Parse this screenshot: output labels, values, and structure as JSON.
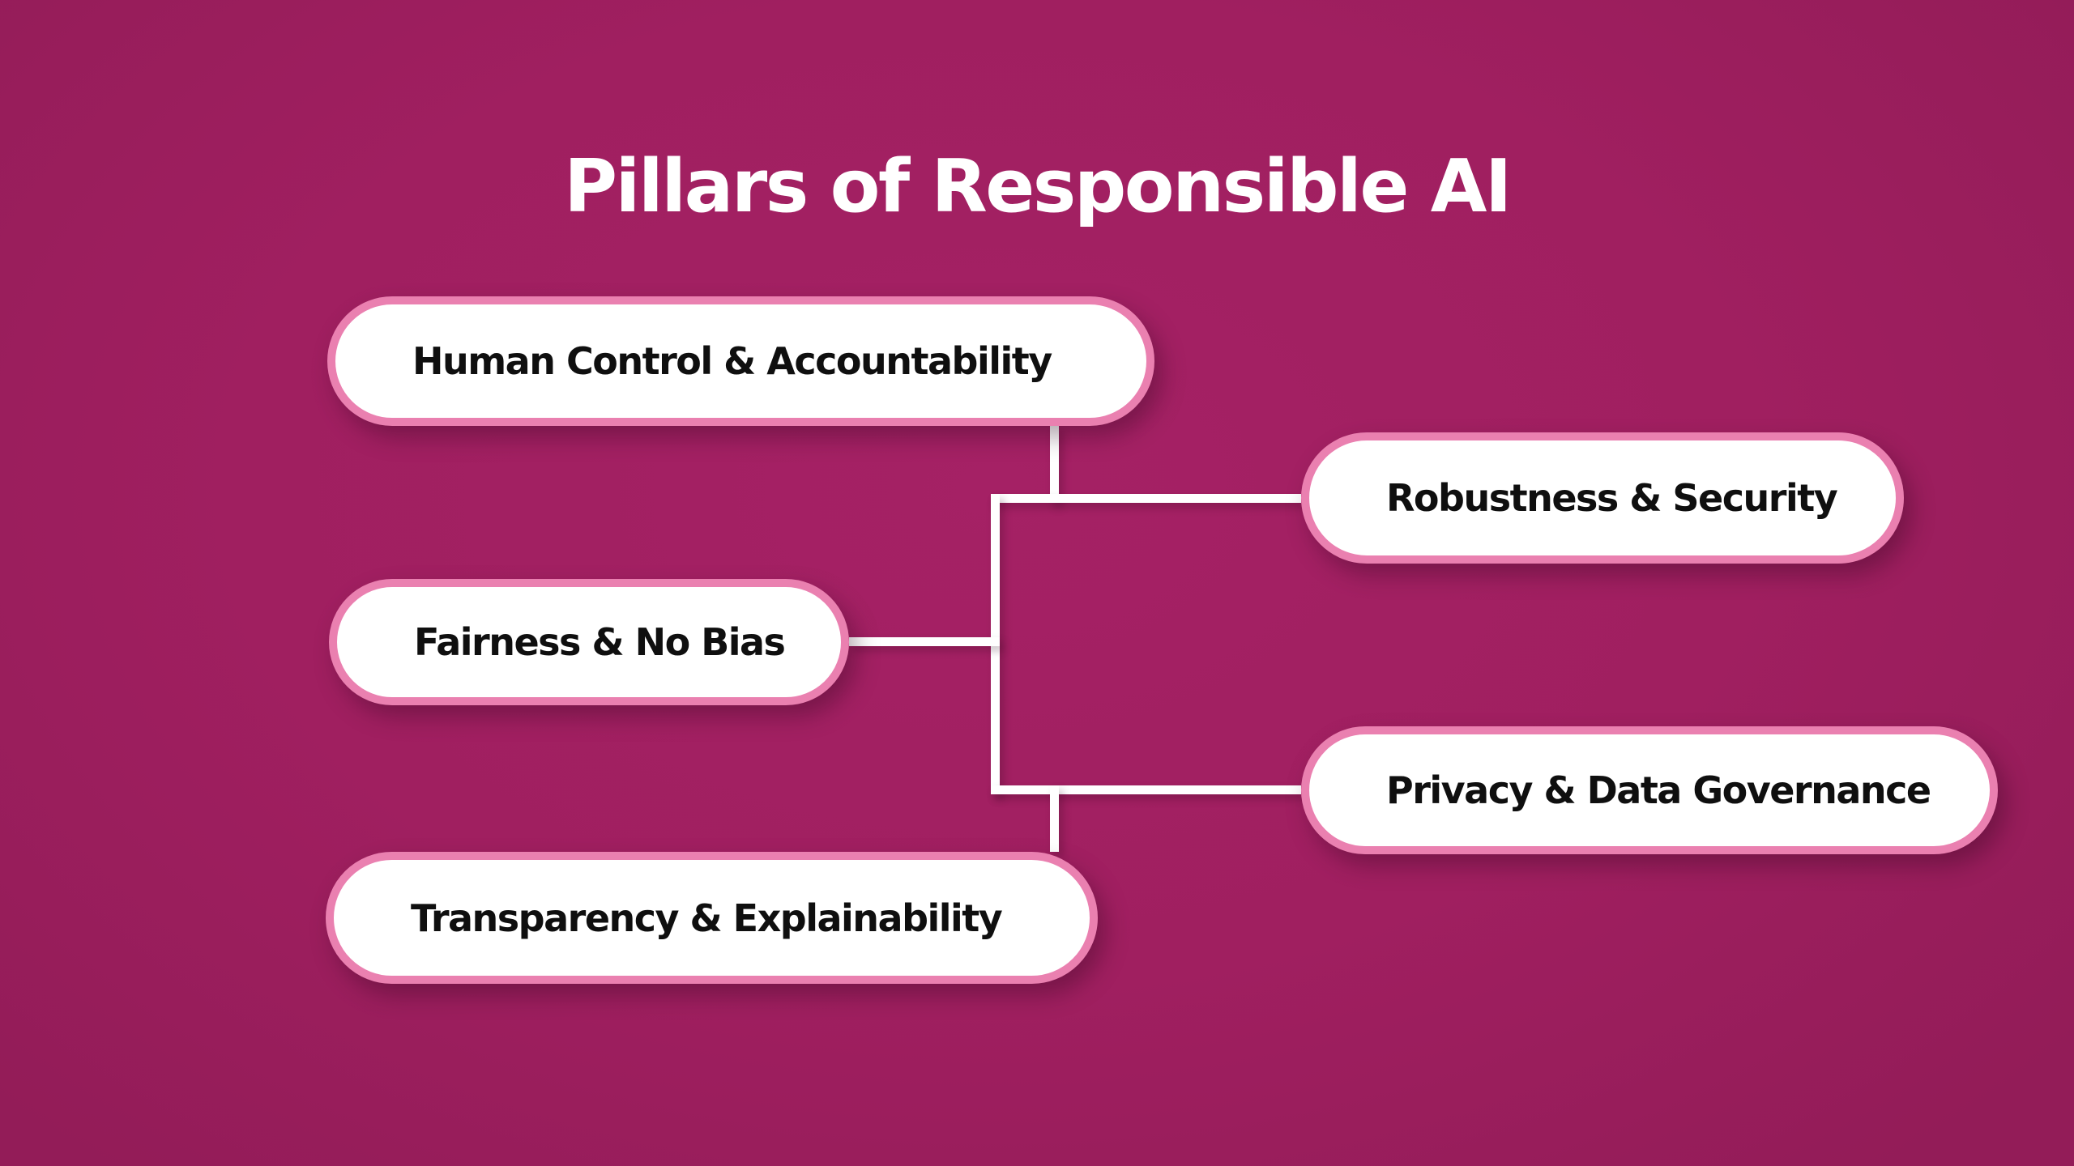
{
  "title": "Pillars of Responsible AI",
  "diagram": {
    "type": "mind-map",
    "nodes": [
      {
        "id": "human-control",
        "label": "Human Control & Accountability",
        "position": "top-left"
      },
      {
        "id": "robustness",
        "label": "Robustness & Security",
        "position": "middle-right"
      },
      {
        "id": "fairness",
        "label": "Fairness & No Bias",
        "position": "middle-left"
      },
      {
        "id": "privacy",
        "label": "Privacy & Data Governance",
        "position": "lower-right"
      },
      {
        "id": "transparency",
        "label": "Transparency & Explainability",
        "position": "bottom-left"
      }
    ],
    "edges": [
      {
        "from": "human-control",
        "to": "trunk"
      },
      {
        "from": "robustness",
        "to": "trunk"
      },
      {
        "from": "fairness",
        "to": "trunk"
      },
      {
        "from": "privacy",
        "to": "trunk"
      },
      {
        "from": "transparency",
        "to": "trunk"
      }
    ]
  },
  "colors": {
    "bg-center": "#a52165",
    "bg-mid": "#a01f60",
    "bg-edge": "#931c58",
    "title-color": "#ffffff",
    "node-fill": "#ffffff",
    "node-border": "#ea80b0",
    "node-text": "#0f0f0f",
    "line-color": "#ffffff"
  }
}
